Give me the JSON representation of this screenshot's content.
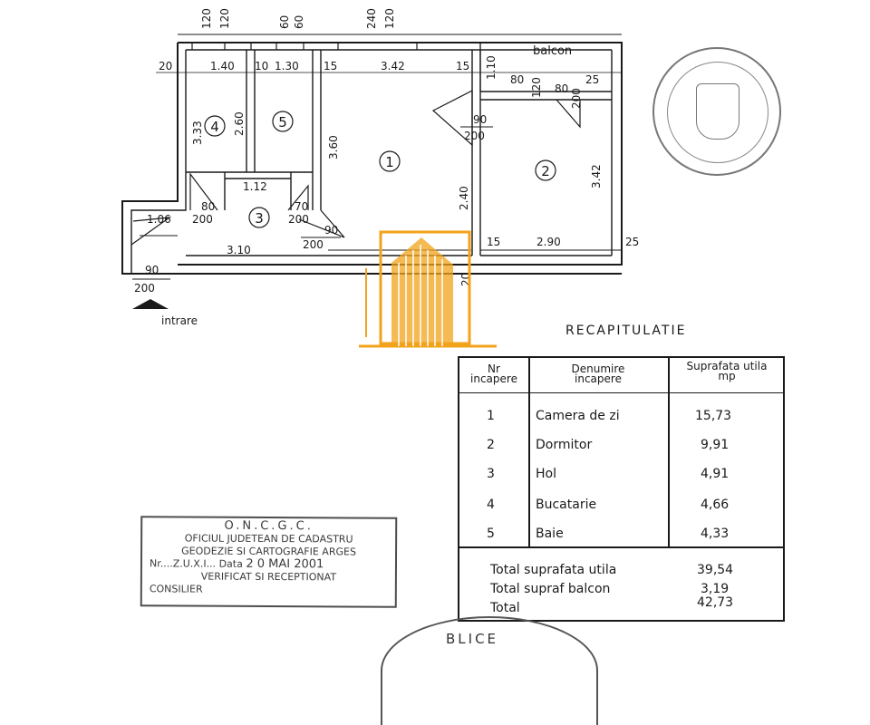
{
  "plan": {
    "dimensions_top": [
      "120",
      "120",
      "60",
      "60",
      "240",
      "120"
    ],
    "dimensions_row2": [
      "20",
      "1.40",
      "10",
      "1.30",
      "15",
      "3.42",
      "15",
      "1.10"
    ],
    "balcony_label": "balcon",
    "balcony_dims": [
      "80",
      "120",
      "80",
      "200",
      "25"
    ],
    "door_labels": [
      "90",
      "200",
      "80",
      "200",
      "70",
      "200",
      "90",
      "200",
      "90",
      "200"
    ],
    "room_dims": {
      "r4_height": "3.33",
      "r5_height": "2.60",
      "r1_height": "3.60",
      "r1_lower": "2.40",
      "r2_height": "3.42",
      "hall_small": "1.12",
      "entry_width": "1.06",
      "hall_len": "3.10",
      "r2_bottom_left": "15",
      "r2_width": "2.90",
      "r2_right": "25",
      "wall_20": "20"
    },
    "room_numbers": [
      "1",
      "2",
      "3",
      "4",
      "5"
    ],
    "entrance_label": "intrare"
  },
  "recap": {
    "title": "RECAPITULATIE",
    "headers": {
      "nr": [
        "Nr",
        "incapere"
      ],
      "name": [
        "Denumire",
        "incapere"
      ],
      "area": [
        "Suprafata utila",
        "mp"
      ]
    },
    "rows": [
      {
        "nr": "1",
        "name": "Camera de zi",
        "area": "15,73"
      },
      {
        "nr": "2",
        "name": "Dormitor",
        "area": "9,91"
      },
      {
        "nr": "3",
        "name": "Hol",
        "area": "4,91"
      },
      {
        "nr": "4",
        "name": "Bucatarie",
        "area": "4,66"
      },
      {
        "nr": "5",
        "name": "Baie",
        "area": "4,33"
      }
    ],
    "totals": [
      {
        "label": "Total suprafata utila",
        "value": "39,54"
      },
      {
        "label": "Total supraf balcon",
        "value": "3,19"
      },
      {
        "label": "Total",
        "value": "42,73"
      }
    ]
  },
  "stamp": {
    "line1": "O.N.C.G.C.",
    "line2": "OFICIUL JUDETEAN DE CADASTRU",
    "line3": "GEODEZIE SI CARTOGRAFIE ARGES",
    "nr_label": "Nr.",
    "nr_value": "...Z.U.X.I...",
    "date_label": "Data",
    "date_value": "2 0 MAI 2001",
    "line5": "VERIFICAT SI RECEPTIONAT",
    "line6": "CONSILIER"
  },
  "seal_bottom_text": "BLICE",
  "colors": {
    "ink": "#1a1a1a",
    "logo_orange": "#f2a31b"
  }
}
